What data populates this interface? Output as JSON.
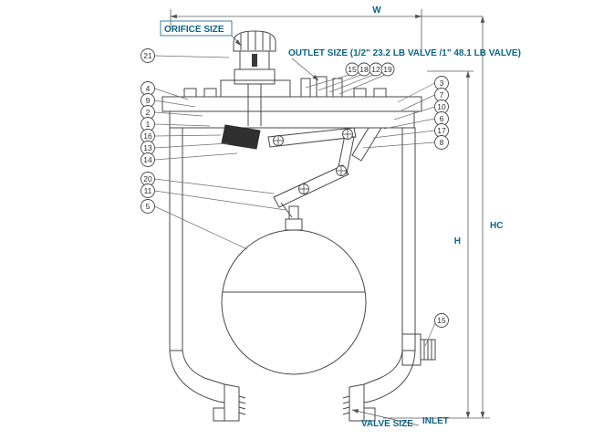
{
  "page": {
    "background": "#ffffff"
  },
  "colors": {
    "label_text": "#0c6485",
    "drawing_line": "#474747",
    "callout_line": "#6f6f6f"
  },
  "labels": {
    "orifice_size": "ORIFICE SIZE",
    "w": "W",
    "outlet_size": "OUTLET SIZE (1/2\" 23.2 LB VALVE /1\" 48.1 LB VALVE)",
    "hc": "HC",
    "h": "H",
    "valve_size": "VALVE SIZE",
    "inlet": "INLET"
  },
  "callouts": {
    "left": [
      "21",
      "4",
      "9",
      "2",
      "1",
      "16",
      "13",
      "14",
      "20",
      "11",
      "5"
    ],
    "top": [
      "15",
      "18",
      "12",
      "19"
    ],
    "right": [
      "3",
      "7",
      "10",
      "6",
      "17",
      "8"
    ],
    "side": [
      "15"
    ]
  }
}
